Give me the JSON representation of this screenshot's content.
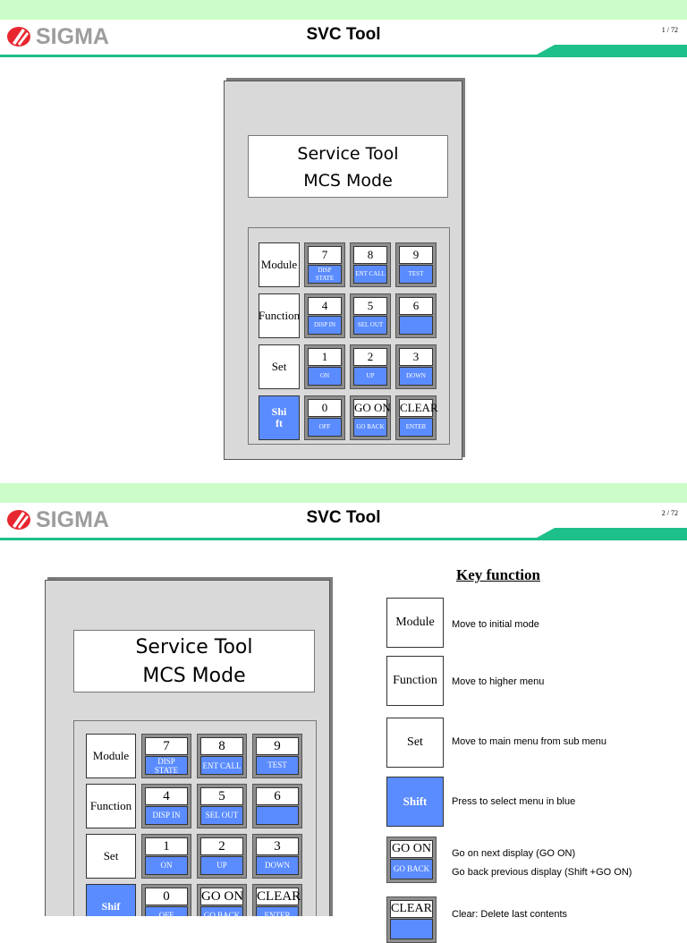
{
  "slides": [
    {
      "brand": "SIGMA",
      "title": "SVC Tool",
      "page": "1 / 72",
      "screen": {
        "line1": "Service Tool",
        "line2": "MCS Mode"
      }
    },
    {
      "brand": "SIGMA",
      "title": "SVC Tool",
      "page": "2 / 72",
      "screen": {
        "line1": "Service Tool",
        "line2": "MCS Mode"
      }
    }
  ],
  "keypad": {
    "module": "Module",
    "function": "Function",
    "set": "Set",
    "shift_1": "Shi\nft",
    "shift_2": "Shif",
    "keys": [
      {
        "top": "7",
        "bottom": "DISP STATE"
      },
      {
        "top": "8",
        "bottom": "ENT CALL"
      },
      {
        "top": "9",
        "bottom": "TEST"
      },
      {
        "top": "4",
        "bottom": "DISP IN"
      },
      {
        "top": "5",
        "bottom": "SEL OUT"
      },
      {
        "top": "6",
        "bottom": ""
      },
      {
        "top": "1",
        "bottom": "ON"
      },
      {
        "top": "2",
        "bottom": "UP"
      },
      {
        "top": "3",
        "bottom": "DOWN"
      },
      {
        "top": "0",
        "bottom": "OFF"
      },
      {
        "top": "GO ON",
        "bottom": "GO BACK"
      },
      {
        "top": "CLEAR",
        "bottom": "ENTER"
      }
    ]
  },
  "key_function": {
    "title": "Key function",
    "items": [
      {
        "key": "Module",
        "desc": "Move to initial mode"
      },
      {
        "key": "Function",
        "desc": "Move to higher menu"
      },
      {
        "key": "Set",
        "desc": "Move to main menu from sub menu"
      },
      {
        "key": "Shift",
        "desc": "Press to select menu in blue"
      },
      {
        "key": "GO ON",
        "key_sub": "GO BACK",
        "desc": "Go on next display (GO ON)",
        "desc2": "Go back previous display (Shift +GO ON)"
      },
      {
        "key": "CLEAR",
        "desc": "Clear: Delete last contents"
      }
    ]
  },
  "colors": {
    "top_band": "#ccfdc9",
    "accent_green": "#1dbf8a",
    "key_blue": "#5b8cff",
    "logo_red": "#e8262f"
  }
}
